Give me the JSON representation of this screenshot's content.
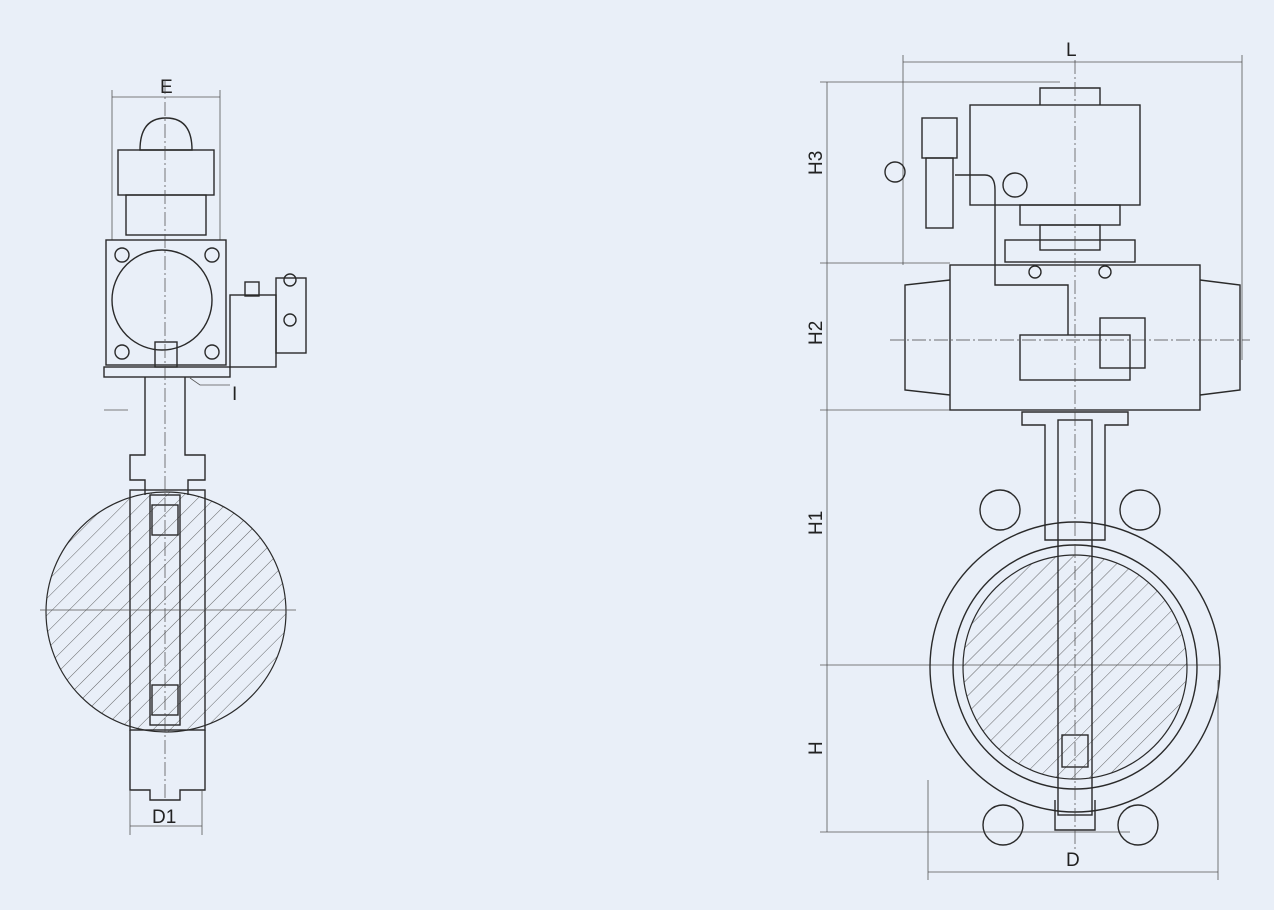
{
  "colors": {
    "background": "#e9eff8",
    "line": "#2a2a2a"
  },
  "side_view": {
    "labels": {
      "width_top": "E",
      "width_bottom": "D1",
      "leader": "I"
    }
  },
  "front_view": {
    "labels": {
      "length": "L",
      "h3": "H3",
      "h2": "H2",
      "h1": "H1",
      "h": "H",
      "diameter": "D"
    }
  }
}
